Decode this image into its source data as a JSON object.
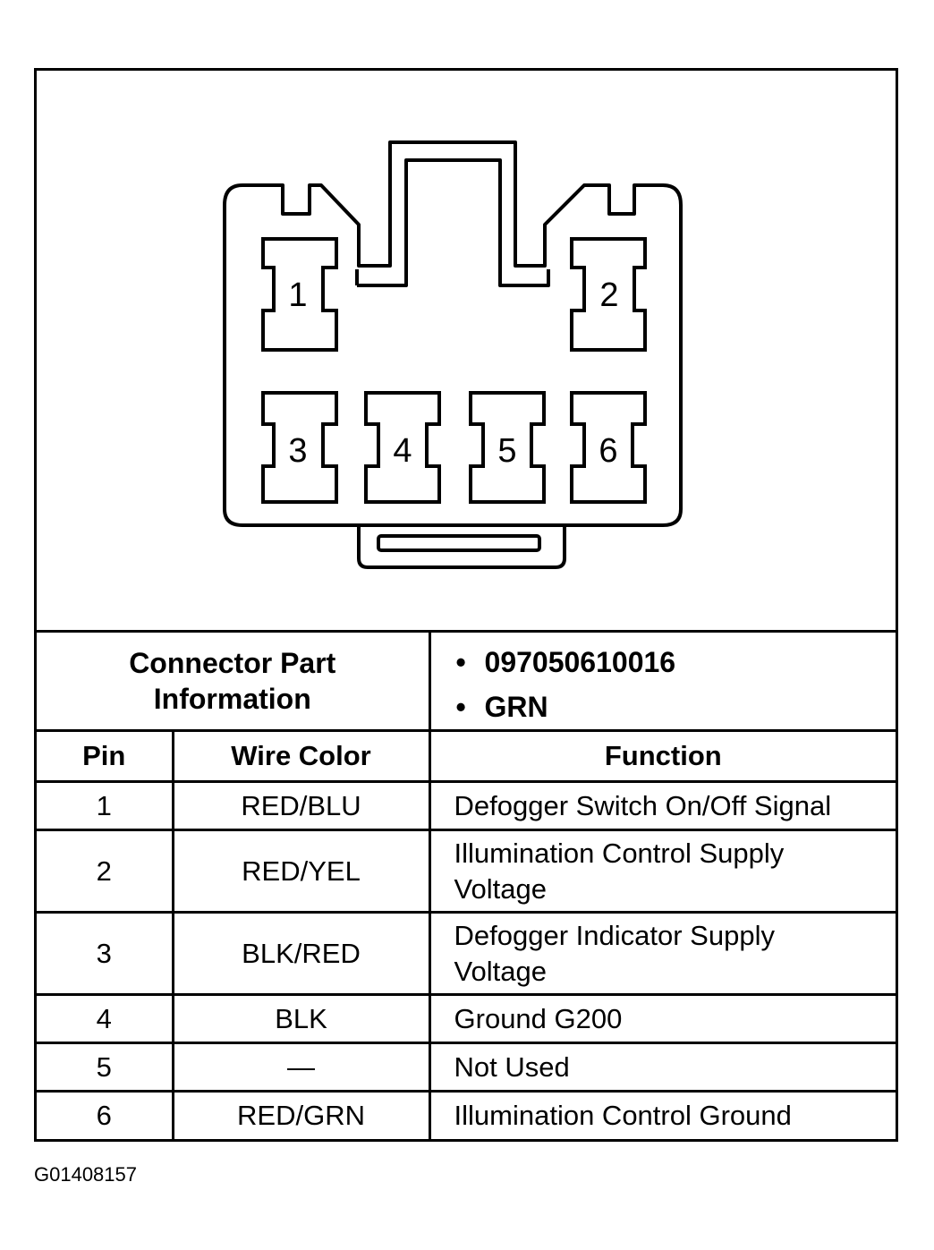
{
  "connector": {
    "pins": [
      {
        "label": "1"
      },
      {
        "label": "2"
      },
      {
        "label": "3"
      },
      {
        "label": "4"
      },
      {
        "label": "5"
      },
      {
        "label": "6"
      }
    ]
  },
  "part_info": {
    "label_line1": "Connector Part",
    "label_line2": "Information",
    "items": [
      "097050610016",
      "GRN"
    ],
    "bullet": "•"
  },
  "table": {
    "headers": {
      "pin": "Pin",
      "wire_color": "Wire Color",
      "function": "Function"
    },
    "rows": [
      {
        "pin": "1",
        "wire_color": "RED/BLU",
        "function_line1": "Defogger Switch On/Off Signal",
        "function_line2": ""
      },
      {
        "pin": "2",
        "wire_color": "RED/YEL",
        "function_line1": "Illumination Control Supply",
        "function_line2": "Voltage"
      },
      {
        "pin": "3",
        "wire_color": "BLK/RED",
        "function_line1": "Defogger Indicator Supply",
        "function_line2": "Voltage"
      },
      {
        "pin": "4",
        "wire_color": "BLK",
        "function_line1": "Ground G200",
        "function_line2": ""
      },
      {
        "pin": "5",
        "wire_color": "—",
        "function_line1": "Not Used",
        "function_line2": ""
      },
      {
        "pin": "6",
        "wire_color": "RED/GRN",
        "function_line1": "Illumination Control Ground",
        "function_line2": ""
      }
    ]
  },
  "figure_id": "G01408157"
}
